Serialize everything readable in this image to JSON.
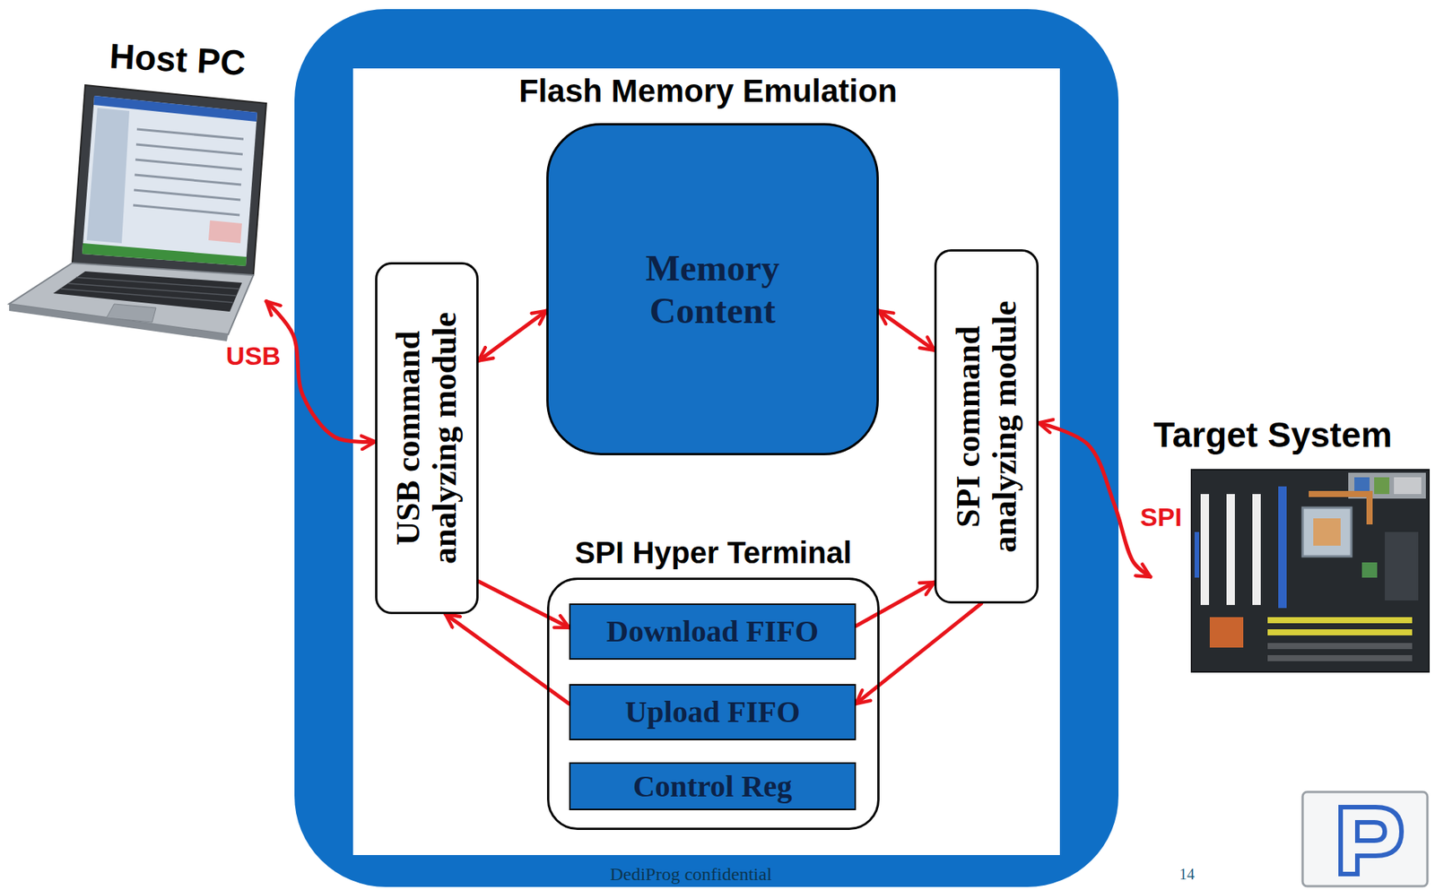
{
  "diagram": {
    "nodes": [
      {
        "text": [
          "Host PC"
        ]
      },
      {
        "text": [
          "Flash Memory Emulation"
        ]
      },
      {
        "text": [
          "Memory Content"
        ],
        "in": 1
      },
      {
        "text": [
          "USB command analyzing module"
        ],
        "in": 1
      },
      {
        "text": [
          "SPI command analyzing module"
        ],
        "in": 1
      },
      {
        "text": [
          "SPI Hyper Terminal"
        ],
        "in": 1
      },
      {
        "text": [
          "Download FIFO"
        ],
        "in": 5
      },
      {
        "text": [
          "Upload FIFO"
        ],
        "in": 5
      },
      {
        "text": [
          "Control Reg"
        ],
        "in": 5
      },
      {
        "text": [
          "Target System"
        ]
      }
    ],
    "edges": [
      {
        "from": 0,
        "to": 3,
        "label": "USB",
        "arrow": "both"
      },
      {
        "from": 3,
        "to": 2,
        "arrow": "both"
      },
      {
        "from": 2,
        "to": 4,
        "arrow": "both"
      },
      {
        "from": 4,
        "to": 9,
        "label": "SPI",
        "arrow": "both"
      },
      {
        "from": 3,
        "to": 6,
        "arrow": "to"
      },
      {
        "from": 6,
        "to": 4,
        "arrow": "to"
      },
      {
        "from": 4,
        "to": 7,
        "arrow": "to"
      },
      {
        "from": 7,
        "to": 3,
        "arrow": "to"
      }
    ],
    "labels": [
      "DediProg confidential",
      "14"
    ]
  }
}
